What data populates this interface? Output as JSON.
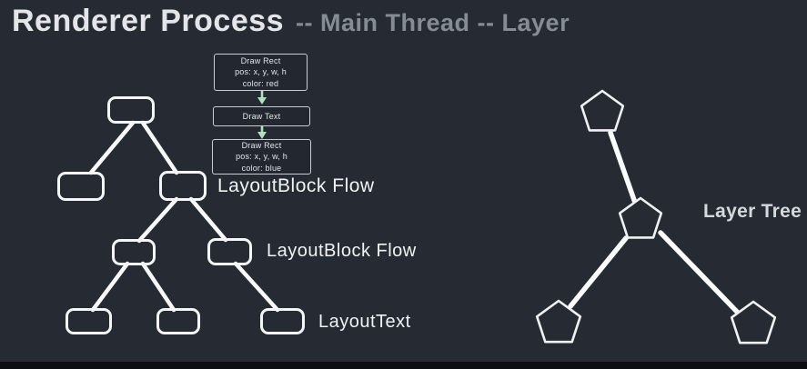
{
  "title": {
    "main": "Renderer Process",
    "suffix": "-- Main Thread -- Layer"
  },
  "command_flow": {
    "boxes": [
      {
        "lines": [
          "Draw Rect",
          "pos: x, y, w, h",
          "color: red"
        ]
      },
      {
        "lines": [
          "Draw Text"
        ]
      },
      {
        "lines": [
          "Draw Rect",
          "pos: x, y, w, h",
          "color: blue"
        ]
      }
    ]
  },
  "layout_tree": {
    "node_count": 8,
    "labels": [
      "LayoutBlock Flow",
      "LayoutBlock Flow",
      "LayoutText"
    ]
  },
  "layer_tree": {
    "node_count": 4,
    "label": "Layer Tree"
  },
  "colors": {
    "background": "#262b33",
    "node_stroke": "#f3f5f7",
    "edge_stroke": "#f8f9fa",
    "arrow": "#b2dfc0",
    "title_primary": "#e3e5e8",
    "title_secondary": "#868c94",
    "bottom_bar": "#0b0d10"
  }
}
